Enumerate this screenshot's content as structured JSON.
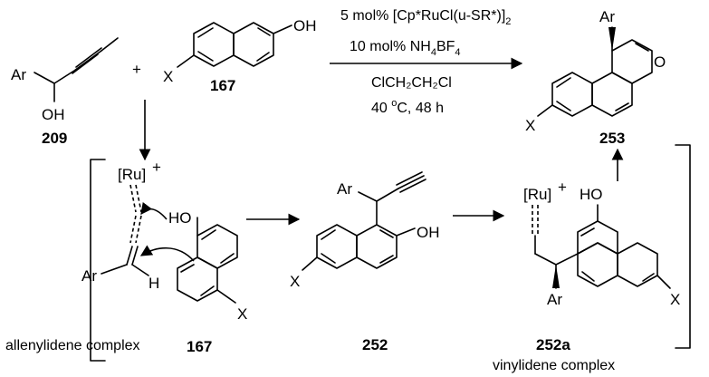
{
  "compounds": {
    "c209": "209",
    "c167_top": "167",
    "c253": "253",
    "c252": "252",
    "c252a": "252a",
    "c167_bottom": "167"
  },
  "atoms": {
    "ar": "Ar",
    "oh": "OH",
    "ho": "HO",
    "x": "X",
    "o": "O",
    "h": "H",
    "ru": "[Ru]",
    "ru_plus": "+",
    "plus": "+"
  },
  "conditions": {
    "line1": "5 mol% [Cp*RuCl(u-SR*)]",
    "line1_sub": "2",
    "line2": "10 mol% NH",
    "line2_sub1": "4",
    "line2_tail": "BF",
    "line2_sub2": "4",
    "line3": "ClCH₂CH₂Cl",
    "line4_pre": "40 ",
    "line4_sup": "o",
    "line4_post": "C, 48 h"
  },
  "captions": {
    "allenylidene": "allenylidene complex",
    "vinylidene": "vinylidene complex"
  }
}
